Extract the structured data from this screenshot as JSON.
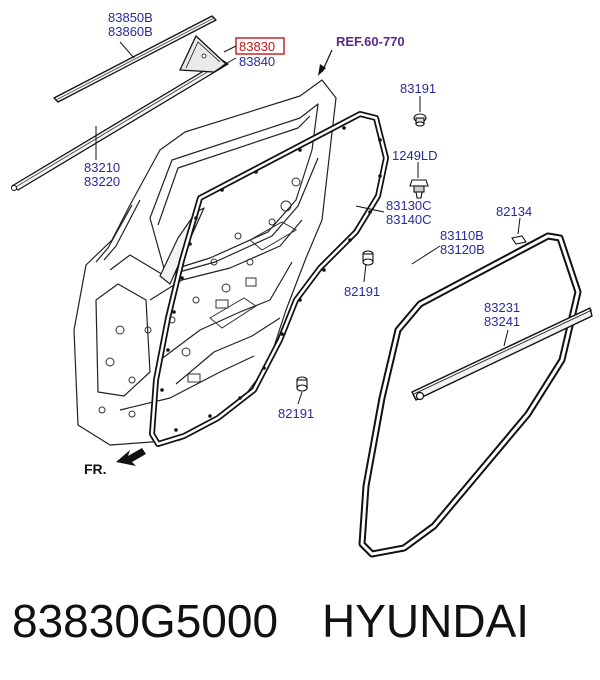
{
  "labels": {
    "l83850B": "83850B",
    "l83860B": "83860B",
    "l83830": "83830",
    "l83840": "83840",
    "ref": "REF.60-770",
    "l83191": "83191",
    "l1249LD": "1249LD",
    "l83210": "83210",
    "l83220": "83220",
    "l83130C": "83130C",
    "l83140C": "83140C",
    "l82134": "82134",
    "l83110B": "83110B",
    "l83120B": "83120B",
    "l82191a": "82191",
    "l83231": "83231",
    "l83241": "83241",
    "l82191b": "82191",
    "fr": "FR."
  },
  "highlight_color": "#c01818",
  "caption": {
    "part_number": "83830G5000",
    "brand": "HYUNDAI"
  }
}
